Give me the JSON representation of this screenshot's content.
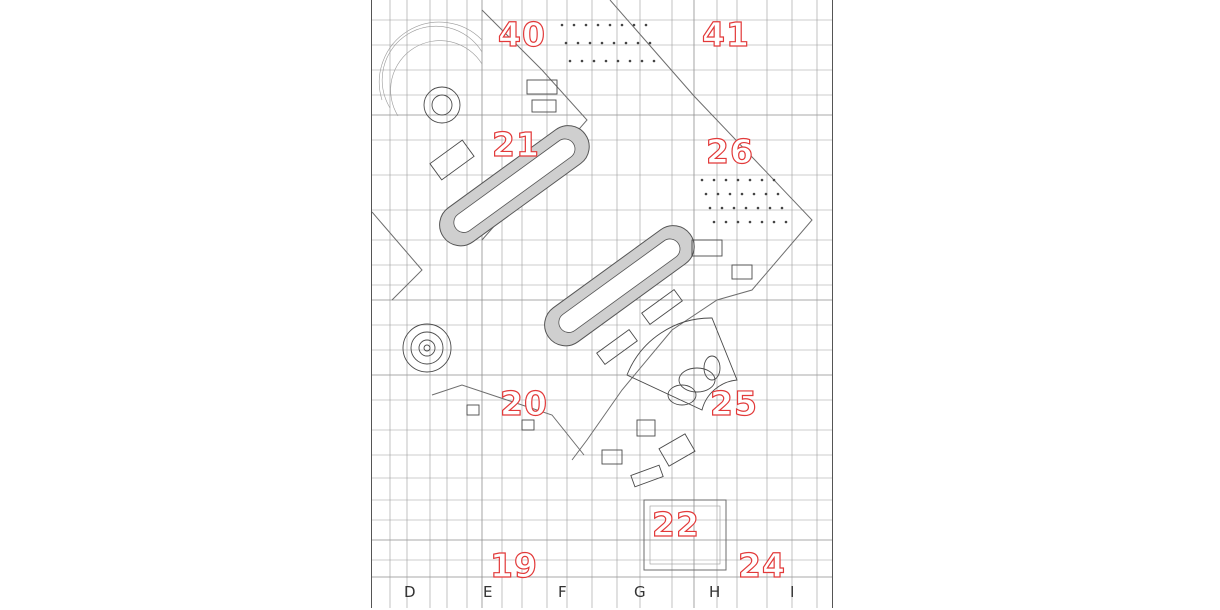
{
  "map": {
    "zone_labels": [
      "40",
      "41",
      "21",
      "26",
      "20",
      "25",
      "22",
      "19",
      "24"
    ],
    "column_labels": [
      "D",
      "E",
      "F",
      "G",
      "H",
      "I"
    ],
    "colors": {
      "zone_label_stroke": "#e23a3a",
      "linework": "#4a4a4a",
      "track_fill": "#cfcfcf",
      "background": "#ffffff"
    }
  }
}
